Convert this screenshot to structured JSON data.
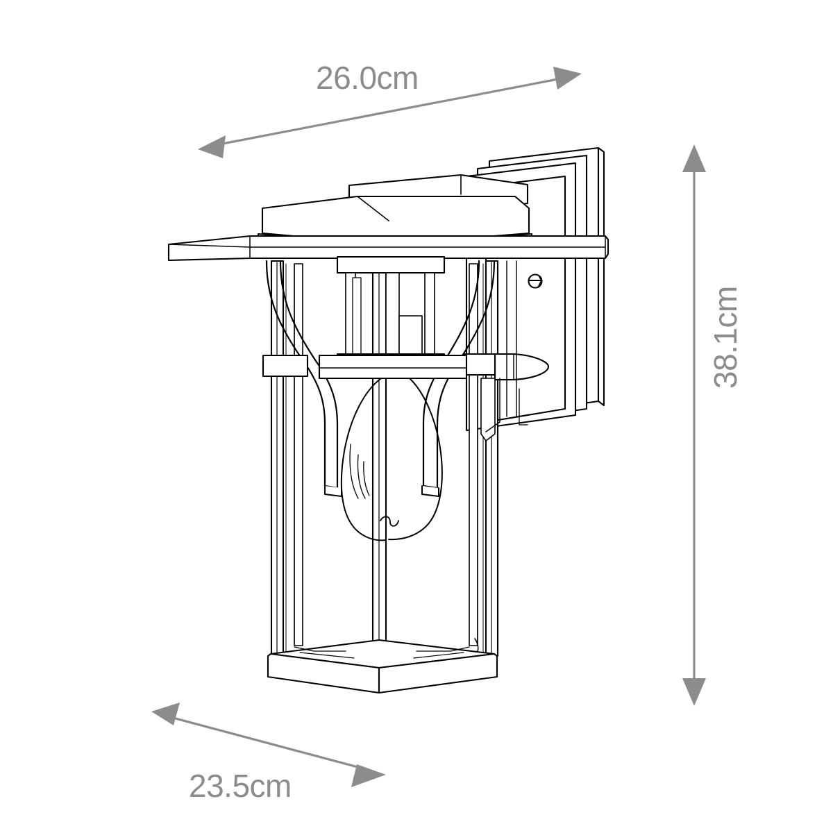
{
  "drawing": {
    "subject": "outdoor wall lantern",
    "view": "three-quarter perspective line drawing",
    "line_color": "#000000",
    "background_color": "#ffffff",
    "dimension_color": "#8c8c8c"
  },
  "dimensions": {
    "width": {
      "label": "26.0cm",
      "value": 26.0,
      "unit": "cm",
      "axis": "width",
      "position": "top"
    },
    "height": {
      "label": "38.1cm",
      "value": 38.1,
      "unit": "cm",
      "axis": "height",
      "position": "right",
      "rotation": -90
    },
    "depth": {
      "label": "23.5cm",
      "value": 23.5,
      "unit": "cm",
      "axis": "depth",
      "position": "bottom-left"
    }
  },
  "parts": {
    "backplate": "stepped-wall-backplate",
    "screw": "backplate-screw",
    "top_cap": "stepped-top-cap",
    "roof_plate": "wide-flat-roof-plate",
    "scroll_brackets": "curved-scroll-brackets",
    "glass_box": "glass-enclosure",
    "mid_rail": "horizontal-mid-rail",
    "mid_arm": "mid-rail-arm",
    "bulb": "teardrop-filament-bulb",
    "base": "stepped-base-plinth"
  }
}
